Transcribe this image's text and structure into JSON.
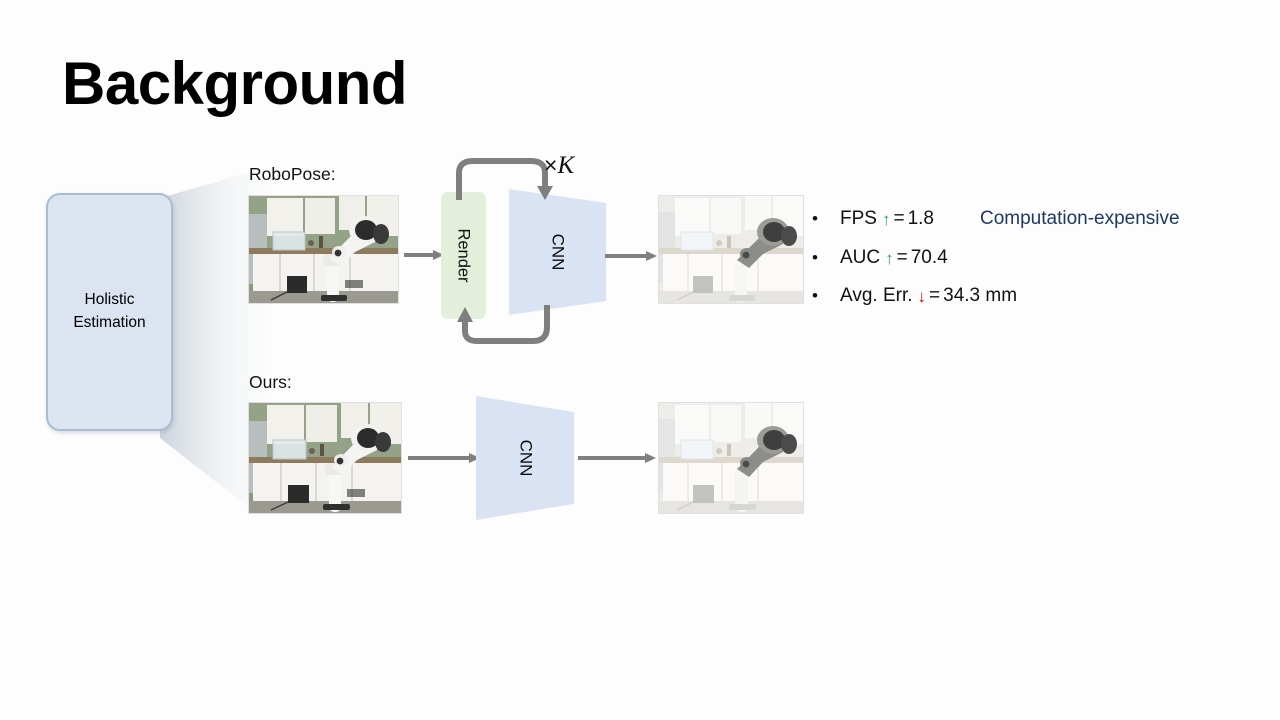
{
  "slide": {
    "title": "Background",
    "background_color": "#fdfdfd"
  },
  "holistic": {
    "line1": "Holistic",
    "line2": "Estimation",
    "fill_color": "#dbe4f0",
    "border_color": "#a9bcd0"
  },
  "pipelines": [
    {
      "id": "robopose",
      "label": "RoboPose:",
      "render_label": "Render",
      "cnn_label": "CNN",
      "loop_label_times": "×",
      "loop_label_k": "K"
    },
    {
      "id": "ours",
      "label": "Ours:",
      "cnn_label": "CNN"
    }
  ],
  "images": {
    "input_top_alt": "kitchen-scene-with-robot-arm",
    "output_top_alt": "kitchen-scene-with-rendered-robot-overlay",
    "input_bottom_alt": "kitchen-scene-with-robot-arm",
    "output_bottom_alt": "kitchen-scene-with-rendered-robot-overlay"
  },
  "metrics": {
    "bullet_glyph": "•",
    "rows": [
      {
        "name": "FPS",
        "arrow": "↑",
        "arrow_dir": "up",
        "equals": "=",
        "value": "1.8",
        "note": "Computation-expensive"
      },
      {
        "name": "AUC",
        "arrow": "↑",
        "arrow_dir": "up",
        "equals": "=",
        "value": "70.4",
        "note": ""
      },
      {
        "name": "Avg. Err.",
        "arrow": "↓",
        "arrow_dir": "down",
        "equals": "=",
        "value": "34.3 mm",
        "note": ""
      }
    ],
    "colors": {
      "up_arrow": "#2aa55c",
      "down_arrow": "#c41111",
      "note_text": "#1f3864"
    }
  }
}
